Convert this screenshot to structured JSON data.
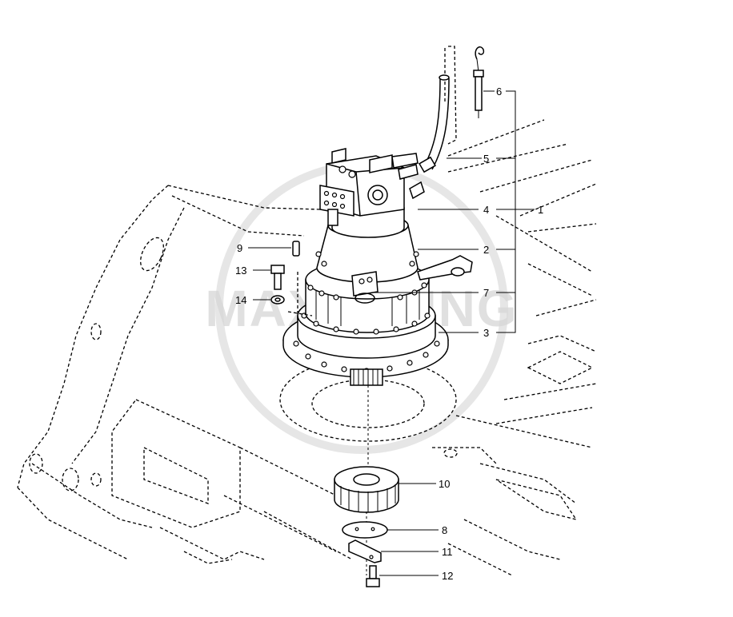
{
  "watermark": {
    "text": "MAXMIDING",
    "color": "#d6d6d6"
  },
  "callouts": [
    {
      "id": "1",
      "label": "1",
      "part": "swing-motor-assembly"
    },
    {
      "id": "2",
      "label": "2",
      "part": "motor-housing"
    },
    {
      "id": "3",
      "label": "3",
      "part": "reduction-gearbox"
    },
    {
      "id": "4",
      "label": "4",
      "part": "relief-valve-block"
    },
    {
      "id": "5",
      "label": "5",
      "part": "hose"
    },
    {
      "id": "6",
      "label": "6",
      "part": "dipstick-gauge"
    },
    {
      "id": "7",
      "label": "7",
      "part": "bracket-plate"
    },
    {
      "id": "8",
      "label": "8",
      "part": "thrust-plate"
    },
    {
      "id": "9",
      "label": "9",
      "part": "dowel-pin"
    },
    {
      "id": "10",
      "label": "10",
      "part": "pinion-gear"
    },
    {
      "id": "11",
      "label": "11",
      "part": "lock-plate"
    },
    {
      "id": "12",
      "label": "12",
      "part": "bolt"
    },
    {
      "id": "13",
      "label": "13",
      "part": "mounting-bolt"
    },
    {
      "id": "14",
      "label": "14",
      "part": "washer"
    }
  ],
  "colors": {
    "line": "#000000",
    "background": "#ffffff"
  }
}
